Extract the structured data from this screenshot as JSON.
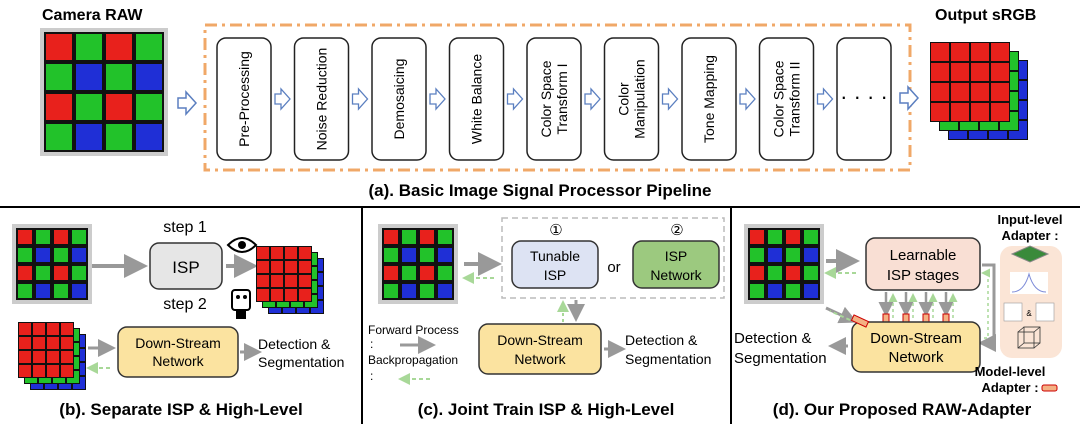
{
  "top": {
    "input_label": "Camera RAW",
    "output_label": "Output sRGB",
    "stages": [
      "Pre-Processing",
      "Noise Reduction",
      "Demosaicing",
      "White Balance",
      "Color Space|Transform I",
      "Color|Manipulation",
      "Tone Mapping",
      "Color Space|Transform  II",
      "· · · ·"
    ],
    "caption": "(a). Basic Image Signal Processor Pipeline"
  },
  "panel_b": {
    "step1": "step 1",
    "step2": "step 2",
    "isp": "ISP",
    "downstream": [
      "Down-Stream",
      "Network"
    ],
    "output": [
      "Detection &",
      "Segmentation"
    ],
    "caption": "(b). Separate ISP & High-Level"
  },
  "panel_c": {
    "opt1": "①",
    "opt2": "②",
    "tunable": [
      "Tunable",
      "ISP"
    ],
    "or": "or",
    "isp_network": [
      "ISP",
      "Network"
    ],
    "downstream": [
      "Down-Stream",
      "Network"
    ],
    "output": [
      "Detection &",
      "Segmentation"
    ],
    "legend_forward": "Forward Process",
    "legend_back": "Backpropagation",
    "colon": ":",
    "caption": "(c). Joint Train ISP & High-Level"
  },
  "panel_d": {
    "learnable": [
      "Learnable",
      "ISP stages"
    ],
    "downstream": [
      "Down-Stream",
      "Network"
    ],
    "output": [
      "Detection &",
      "Segmentation"
    ],
    "input_adapter": [
      "Input-level",
      "Adapter :"
    ],
    "model_adapter": [
      "Model-level",
      "Adapter :"
    ],
    "amp": "&",
    "caption": "(d). Our Proposed RAW-Adapter"
  },
  "colors": {
    "red": "#e8211c",
    "green": "#22c22a",
    "blue": "#1f2fd6",
    "isp_gray": "#e6e6e6",
    "tunable": "#dde3f3",
    "isp_net": "#9cc97f",
    "downstream": "#fbe3a0",
    "learnable": "#f9dfd4",
    "adapter": "#f4b183",
    "pipeline_border": "#f0a868",
    "backprop": "#a8d898"
  }
}
